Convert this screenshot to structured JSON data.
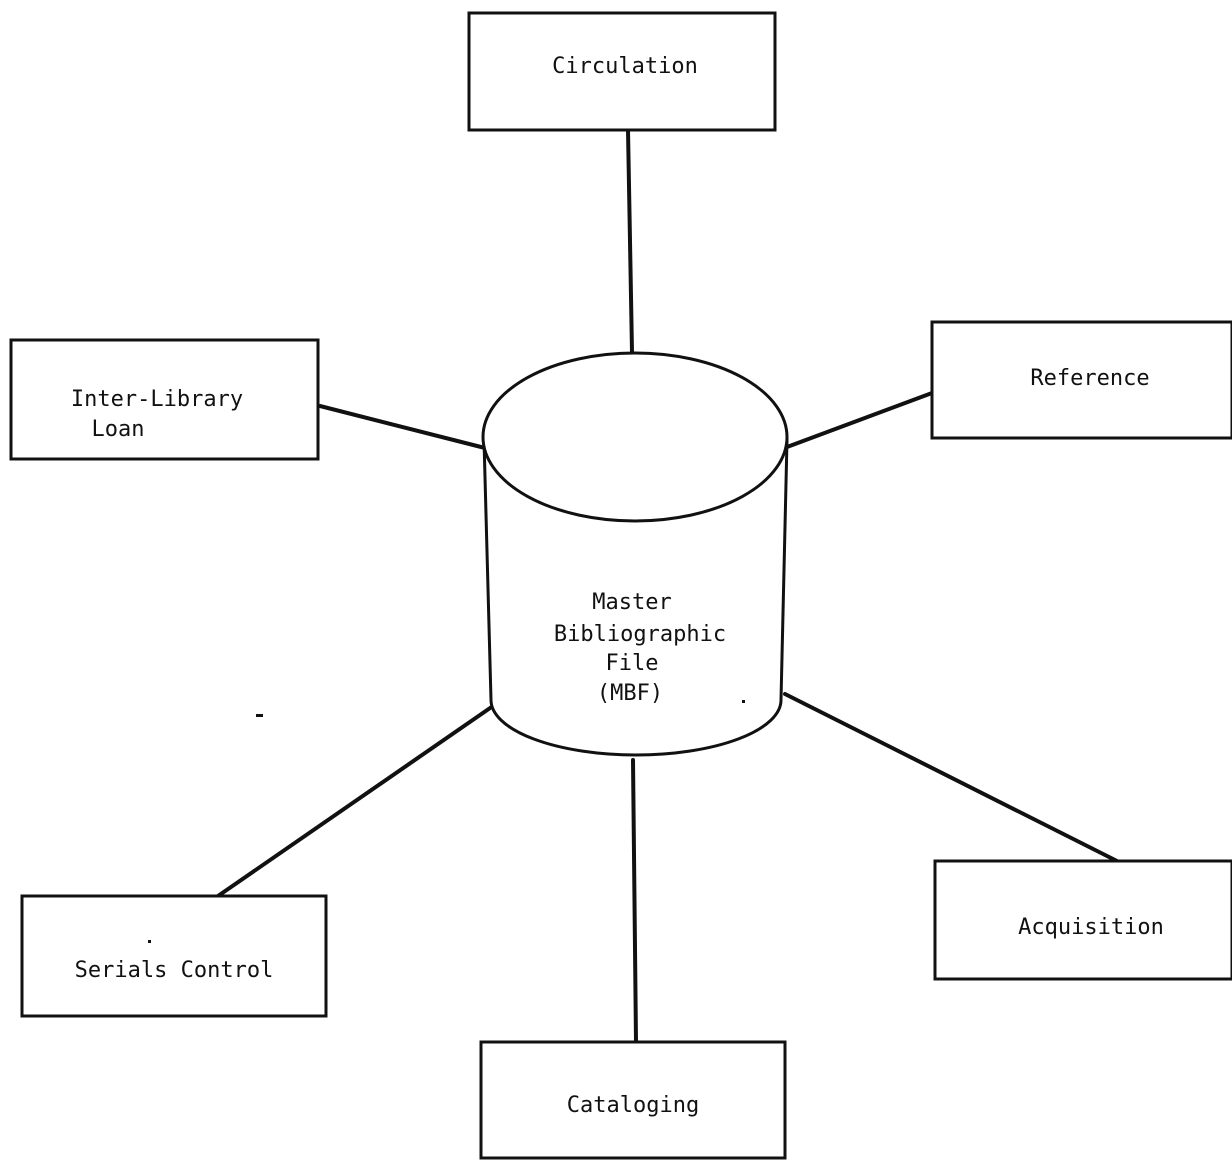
{
  "diagram": {
    "center": {
      "lines": [
        "Master",
        "Bibliographic",
        "File",
        "(MBF)"
      ]
    },
    "nodes": {
      "circulation": "Circulation",
      "reference": "Reference",
      "interlibrary_loan": [
        "Inter-Library",
        "Loan"
      ],
      "acquisition": "Acquisition",
      "serials_control": "Serials Control",
      "cataloging": "Cataloging"
    }
  }
}
